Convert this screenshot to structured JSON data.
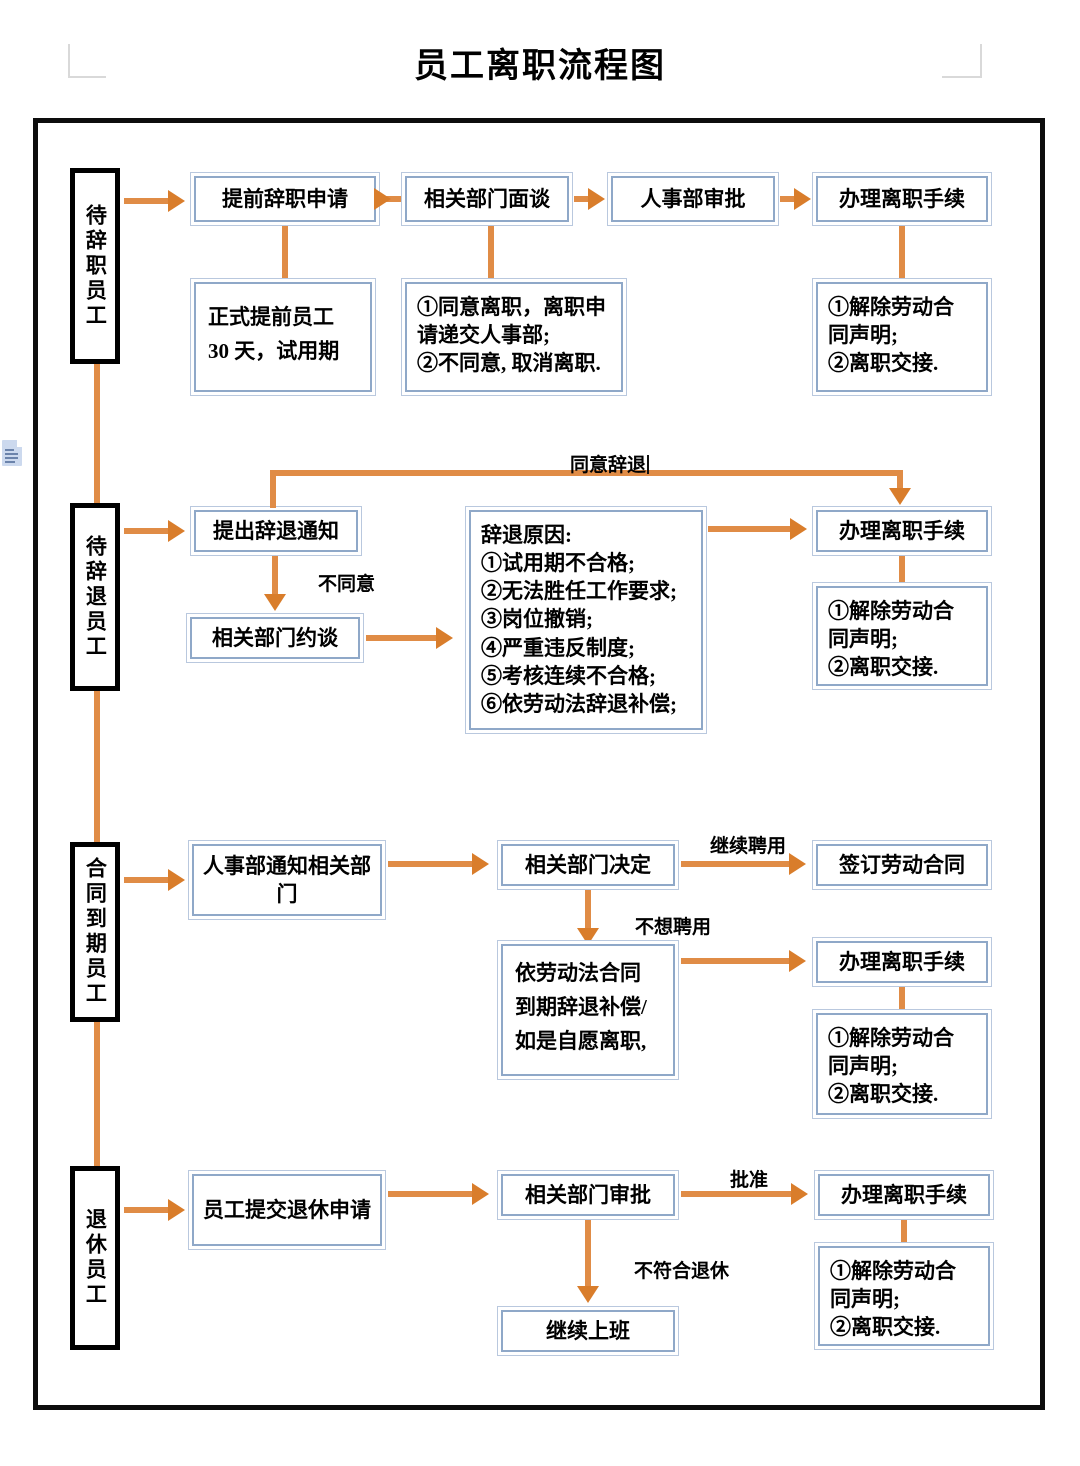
{
  "document": {
    "title": "员工离职流程图",
    "accent_color": "#e08c46",
    "box_border_color": "#8fa8c8",
    "frame_color": "#0d0d0d",
    "crop_mark_color": "#d9d9d9"
  },
  "left_gutter": {
    "doc_icon": "document-icon",
    "caret_icon": "caret-down-icon"
  },
  "categories": [
    {
      "id": "resign",
      "label": "待辞职员工"
    },
    {
      "id": "dismiss",
      "label": "待辞退员工"
    },
    {
      "id": "expire",
      "label": "合同到期员工"
    },
    {
      "id": "retire",
      "label": "退休员工"
    }
  ],
  "rows": {
    "resign": {
      "steps": [
        {
          "id": "apply",
          "label": "提前辞职申请"
        },
        {
          "id": "interview",
          "label": "相关部门面谈"
        },
        {
          "id": "hr_review",
          "label": "人事部审批"
        },
        {
          "id": "offboard",
          "label": "办理离职手续"
        }
      ],
      "notes": [
        {
          "id": "notice_period",
          "lines": [
            "正式提前员工",
            "30 天，试用期"
          ]
        },
        {
          "id": "interview_result",
          "lines": [
            "①同意离职，离职申",
            "请递交人事部;",
            "②不同意, 取消离职."
          ]
        },
        {
          "id": "offboard_items",
          "lines": [
            "①解除劳动合",
            "同声明;",
            "②离职交接."
          ]
        }
      ]
    },
    "dismiss": {
      "steps": [
        {
          "id": "notice",
          "label": "提出辞退通知"
        },
        {
          "id": "talk",
          "label": "相关部门约谈"
        },
        {
          "id": "offboard",
          "label": "办理离职手续"
        }
      ],
      "reasons": {
        "id": "dismiss_reasons",
        "lines": [
          "辞退原因:",
          "①试用期不合格;",
          "②无法胜任工作要求;",
          "③岗位撤销;",
          "④严重违反制度;",
          "⑤考核连续不合格;",
          "⑥依劳动法辞退补偿;"
        ]
      },
      "notes": [
        {
          "id": "offboard_items",
          "lines": [
            "①解除劳动合",
            "同声明;",
            "②离职交接."
          ]
        }
      ],
      "edge_labels": [
        {
          "id": "agree_dismiss",
          "text": "同意辞退",
          "cursor": true
        },
        {
          "id": "disagree",
          "text": "不同意",
          "cursor": false
        }
      ]
    },
    "expire": {
      "steps": [
        {
          "id": "hr_notify",
          "label": "人事部通知相关部门"
        },
        {
          "id": "dept_decide",
          "label": "相关部门决定"
        },
        {
          "id": "sign",
          "label": "签订劳动合同"
        },
        {
          "id": "offboard",
          "label": "办理离职手续"
        }
      ],
      "notes": [
        {
          "id": "compensation",
          "lines": [
            "依劳动法合同",
            "到期辞退补偿/",
            "如是自愿离职,"
          ]
        },
        {
          "id": "offboard_items",
          "lines": [
            "①解除劳动合",
            "同声明;",
            "②离职交接."
          ]
        }
      ],
      "edge_labels": [
        {
          "id": "keep_hire",
          "text": "继续聘用"
        },
        {
          "id": "no_rehire",
          "text": "不想聘用"
        }
      ]
    },
    "retire": {
      "steps": [
        {
          "id": "apply",
          "label": "员工提交退休申请"
        },
        {
          "id": "approval",
          "label": "相关部门审批"
        },
        {
          "id": "offboard",
          "label": "办理离职手续"
        },
        {
          "id": "keep_work",
          "label": "继续上班"
        }
      ],
      "notes": [
        {
          "id": "offboard_items",
          "lines": [
            "①解除劳动合",
            "同声明;",
            "②离职交接."
          ]
        }
      ],
      "edge_labels": [
        {
          "id": "approved",
          "text": "批准"
        },
        {
          "id": "not_eligible",
          "text": "不符合退休"
        }
      ]
    }
  }
}
